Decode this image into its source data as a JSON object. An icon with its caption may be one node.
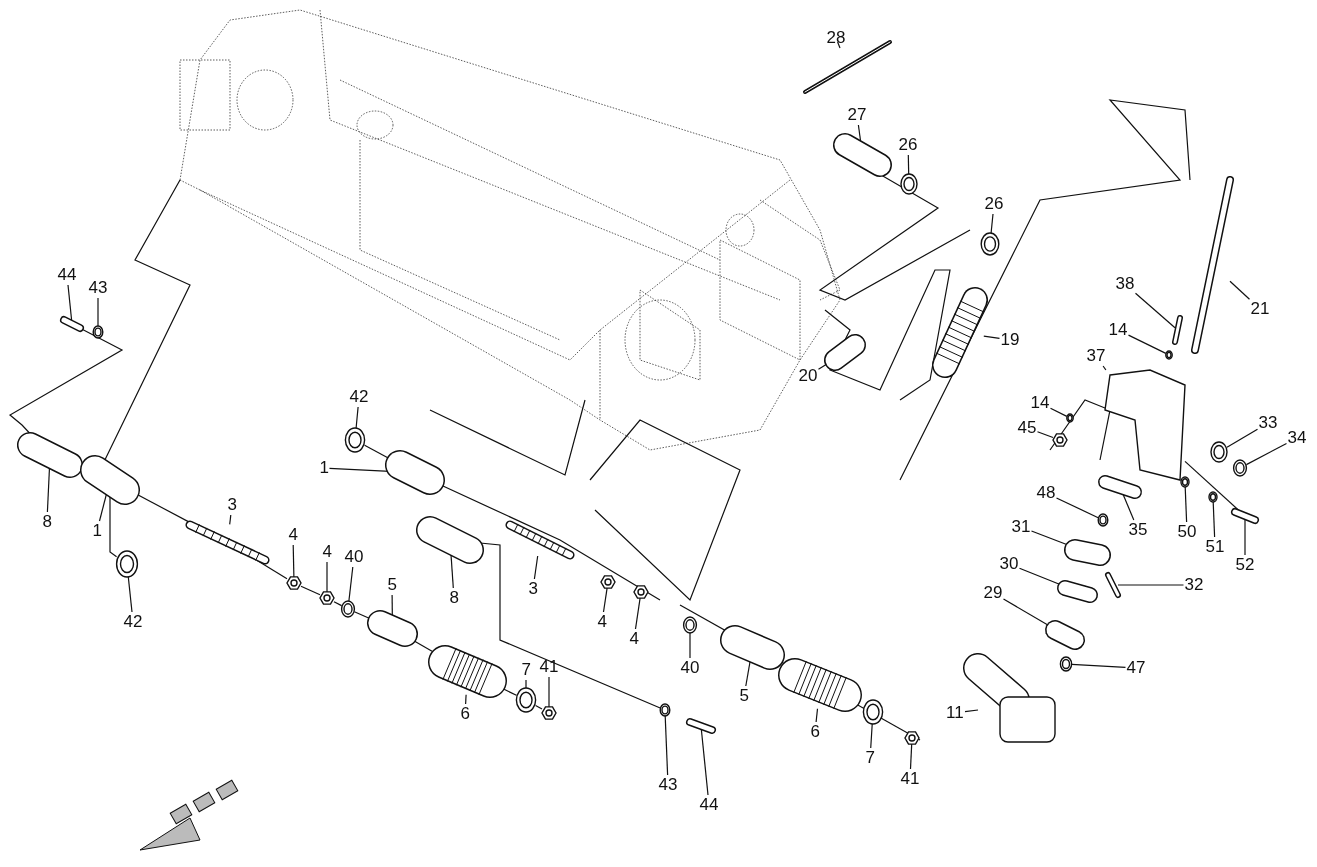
{
  "diagram": {
    "nodes": [
      {
        "text": [
          "28"
        ]
      },
      {
        "text": [
          "27"
        ]
      },
      {
        "text": [
          "26"
        ]
      },
      {
        "text": [
          "26"
        ]
      },
      {
        "text": [
          "44"
        ]
      },
      {
        "text": [
          "43"
        ]
      },
      {
        "text": [
          "38"
        ]
      },
      {
        "text": [
          "21"
        ]
      },
      {
        "text": [
          "14"
        ]
      },
      {
        "text": [
          "19"
        ]
      },
      {
        "text": [
          "37"
        ]
      },
      {
        "text": [
          "20"
        ]
      },
      {
        "text": [
          "42"
        ]
      },
      {
        "text": [
          "14"
        ]
      },
      {
        "text": [
          "33"
        ]
      },
      {
        "text": [
          "45"
        ]
      },
      {
        "text": [
          "34"
        ]
      },
      {
        "text": [
          "1"
        ]
      },
      {
        "text": [
          "8"
        ]
      },
      {
        "text": [
          "1"
        ]
      },
      {
        "text": [
          "3"
        ]
      },
      {
        "text": [
          "48"
        ]
      },
      {
        "text": [
          "35"
        ]
      },
      {
        "text": [
          "50"
        ]
      },
      {
        "text": [
          "51"
        ]
      },
      {
        "text": [
          "52"
        ]
      },
      {
        "text": [
          "31"
        ]
      },
      {
        "text": [
          "4"
        ]
      },
      {
        "text": [
          "4"
        ]
      },
      {
        "text": [
          "40"
        ]
      },
      {
        "text": [
          "3"
        ]
      },
      {
        "text": [
          "8"
        ]
      },
      {
        "text": [
          "30"
        ]
      },
      {
        "text": [
          "32"
        ]
      },
      {
        "text": [
          "5"
        ]
      },
      {
        "text": [
          "29"
        ]
      },
      {
        "text": [
          "4"
        ]
      },
      {
        "text": [
          "4"
        ]
      },
      {
        "text": [
          "40"
        ]
      },
      {
        "text": [
          "47"
        ]
      },
      {
        "text": [
          "5"
        ]
      },
      {
        "text": [
          "42"
        ]
      },
      {
        "text": [
          "6"
        ]
      },
      {
        "text": [
          "7"
        ]
      },
      {
        "text": [
          "41"
        ]
      },
      {
        "text": [
          "11"
        ]
      },
      {
        "text": [
          "6"
        ]
      },
      {
        "text": [
          "43"
        ]
      },
      {
        "text": [
          "44"
        ]
      },
      {
        "text": [
          "7"
        ]
      },
      {
        "text": [
          "41"
        ]
      },
      {
        "text": [],
        "shape": "picture"
      },
      {
        "text": [],
        "shape": "picture"
      },
      {
        "text": [],
        "shape": "picture"
      },
      {
        "text": [],
        "shape": "picture"
      },
      {
        "text": [],
        "shape": "picture"
      },
      {
        "text": [],
        "shape": "picture"
      },
      {
        "text": [],
        "shape": "picture"
      },
      {
        "text": [],
        "shape": "picture"
      },
      {
        "text": [],
        "shape": "picture"
      },
      {
        "text": [],
        "shape": "picture"
      },
      {
        "text": [],
        "shape": "picture"
      },
      {
        "text": [],
        "shape": "picture"
      },
      {
        "text": [],
        "shape": "picture"
      },
      {
        "text": [],
        "shape": "picture"
      },
      {
        "text": [],
        "shape": "picture"
      },
      {
        "text": [],
        "shape": "picture"
      },
      {
        "text": [],
        "shape": "picture"
      },
      {
        "text": [],
        "shape": "picture"
      },
      {
        "text": [],
        "shape": "picture"
      },
      {
        "text": [],
        "shape": "picture"
      },
      {
        "text": [],
        "shape": "picture"
      },
      {
        "text": [],
        "shape": "picture"
      },
      {
        "text": [],
        "shape": "picture"
      },
      {
        "text": [],
        "shape": "picture"
      },
      {
        "text": [],
        "shape": "picture"
      },
      {
        "text": [],
        "shape": "picture"
      },
      {
        "text": [],
        "shape": "picture"
      },
      {
        "text": [],
        "shape": "picture"
      },
      {
        "text": [],
        "shape": "picture"
      },
      {
        "text": [],
        "shape": "picture"
      },
      {
        "text": [],
        "shape": "picture"
      },
      {
        "text": [],
        "shape": "picture"
      },
      {
        "text": [],
        "shape": "picture"
      },
      {
        "text": [],
        "shape": "picture"
      },
      {
        "text": [],
        "shape": "picture"
      },
      {
        "text": [],
        "shape": "picture"
      },
      {
        "text": [],
        "shape": "picture"
      },
      {
        "text": [],
        "shape": "picture"
      },
      {
        "text": [],
        "shape": "picture"
      },
      {
        "text": [],
        "shape": "picture"
      },
      {
        "text": [],
        "shape": "picture"
      },
      {
        "text": [],
        "shape": "picture"
      },
      {
        "text": [],
        "shape": "picture"
      },
      {
        "text": [],
        "shape": "picture"
      },
      {
        "text": [],
        "shape": "picture"
      },
      {
        "text": [],
        "shape": "picture"
      },
      {
        "text": [],
        "shape": "picture"
      },
      {
        "text": [],
        "shape": "picture"
      },
      {
        "text": [],
        "shape": "picture"
      },
      {
        "text": [],
        "shape": "picture"
      },
      {
        "text": [],
        "shape": "picture"
      }
    ],
    "edges": [
      {
        "from": 0,
        "to": 51,
        "arrow": "none"
      },
      {
        "from": 1,
        "to": 52,
        "arrow": "none"
      },
      {
        "from": 2,
        "to": 53,
        "arrow": "none"
      },
      {
        "from": 3,
        "to": 54,
        "arrow": "none"
      },
      {
        "from": 4,
        "to": 55,
        "arrow": "none"
      },
      {
        "from": 5,
        "to": 56,
        "arrow": "none"
      },
      {
        "from": 6,
        "to": 57,
        "arrow": "none"
      },
      {
        "from": 7,
        "to": 58,
        "arrow": "none"
      },
      {
        "from": 8,
        "to": 59,
        "arrow": "none"
      },
      {
        "from": 9,
        "to": 60,
        "arrow": "none"
      },
      {
        "from": 10,
        "to": 61,
        "arrow": "none"
      },
      {
        "from": 11,
        "to": 62,
        "arrow": "none"
      },
      {
        "from": 12,
        "to": 63,
        "arrow": "none"
      },
      {
        "from": 13,
        "to": 64,
        "arrow": "none"
      },
      {
        "from": 14,
        "to": 65,
        "arrow": "none"
      },
      {
        "from": 15,
        "to": 66,
        "arrow": "none"
      },
      {
        "from": 16,
        "to": 67,
        "arrow": "none"
      },
      {
        "from": 17,
        "to": 68,
        "arrow": "none"
      },
      {
        "from": 18,
        "to": 69,
        "arrow": "none"
      },
      {
        "from": 19,
        "to": 70,
        "arrow": "none"
      },
      {
        "from": 20,
        "to": 71,
        "arrow": "none"
      },
      {
        "from": 21,
        "to": 72,
        "arrow": "none"
      },
      {
        "from": 22,
        "to": 73,
        "arrow": "none"
      },
      {
        "from": 23,
        "to": 74,
        "arrow": "none"
      },
      {
        "from": 24,
        "to": 75,
        "arrow": "none"
      },
      {
        "from": 25,
        "to": 76,
        "arrow": "none"
      },
      {
        "from": 26,
        "to": 77,
        "arrow": "none"
      },
      {
        "from": 27,
        "to": 78,
        "arrow": "none"
      },
      {
        "from": 28,
        "to": 79,
        "arrow": "none"
      },
      {
        "from": 29,
        "to": 80,
        "arrow": "none"
      },
      {
        "from": 30,
        "to": 81,
        "arrow": "none"
      },
      {
        "from": 31,
        "to": 82,
        "arrow": "none"
      },
      {
        "from": 32,
        "to": 83,
        "arrow": "none"
      },
      {
        "from": 33,
        "to": 84,
        "arrow": "none"
      },
      {
        "from": 34,
        "to": 85,
        "arrow": "none"
      },
      {
        "from": 35,
        "to": 86,
        "arrow": "none"
      },
      {
        "from": 36,
        "to": 87,
        "arrow": "none"
      },
      {
        "from": 37,
        "to": 88,
        "arrow": "none"
      },
      {
        "from": 38,
        "to": 89,
        "arrow": "none"
      },
      {
        "from": 39,
        "to": 90,
        "arrow": "none"
      },
      {
        "from": 40,
        "to": 91,
        "arrow": "none"
      },
      {
        "from": 41,
        "to": 92,
        "arrow": "none"
      },
      {
        "from": 42,
        "to": 93,
        "arrow": "none"
      },
      {
        "from": 43,
        "to": 94,
        "arrow": "none"
      },
      {
        "from": 44,
        "to": 95,
        "arrow": "none"
      },
      {
        "from": 45,
        "to": 96,
        "arrow": "none"
      },
      {
        "from": 46,
        "to": 97,
        "arrow": "none"
      },
      {
        "from": 47,
        "to": 98,
        "arrow": "none"
      },
      {
        "from": 48,
        "to": 99,
        "arrow": "none"
      },
      {
        "from": 49,
        "to": 100,
        "arrow": "none"
      },
      {
        "from": 50,
        "to": 101,
        "arrow": "none"
      },
      {
        "from": 55,
        "to": 69,
        "arrow": "none"
      },
      {
        "from": 70,
        "to": 92,
        "arrow": "none"
      },
      {
        "from": 63,
        "to": 68,
        "arrow": "none"
      },
      {
        "from": 78,
        "to": 79,
        "arrow": "none"
      },
      {
        "from": 82,
        "to": 98,
        "arrow": "none"
      },
      {
        "from": 61,
        "to": 76,
        "arrow": "none"
      },
      {
        "from": 79,
        "to": 80,
        "arrow": "none"
      },
      {
        "from": 80,
        "to": 85,
        "arrow": "none"
      },
      {
        "from": 85,
        "to": 93,
        "arrow": "none"
      },
      {
        "from": 93,
        "to": 94,
        "arrow": "none"
      },
      {
        "from": 94,
        "to": 95,
        "arrow": "none"
      },
      {
        "from": 70,
        "to": 71,
        "arrow": "none"
      },
      {
        "from": 71,
        "to": 78,
        "arrow": "none"
      }
    ]
  }
}
